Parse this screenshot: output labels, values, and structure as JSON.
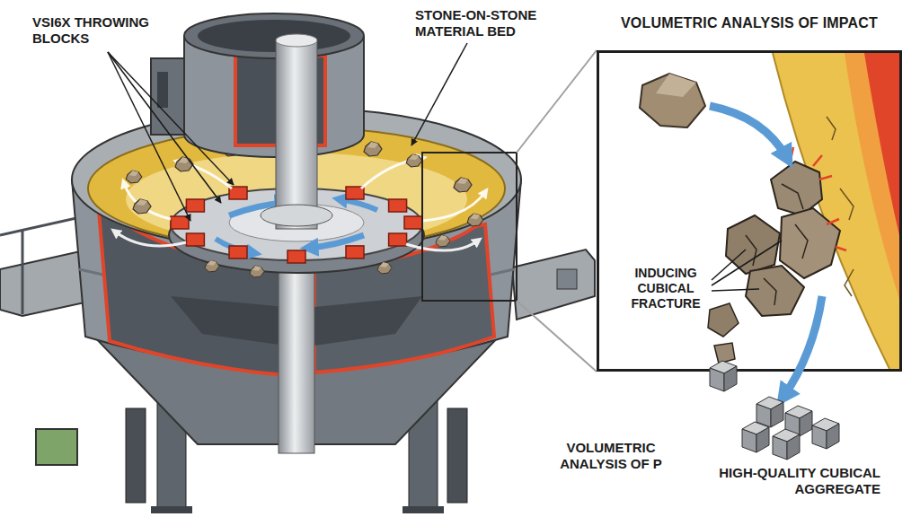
{
  "diagram": {
    "nodes": [
      {
        "text": [
          "VOLUMETRIC ANALYSIS OF IMPACT",
          "INDUCING CUBICAL FRACTURE"
        ]
      }
    ],
    "labels": [
      "VSI6X THROWING BLOCKS",
      "STONE-ON-STONE MATERIAL BED",
      "VOLUMETRIC ANALYSIS OF P",
      "HIGH-QUALITY CUBICAL AGGREGATE"
    ]
  }
}
